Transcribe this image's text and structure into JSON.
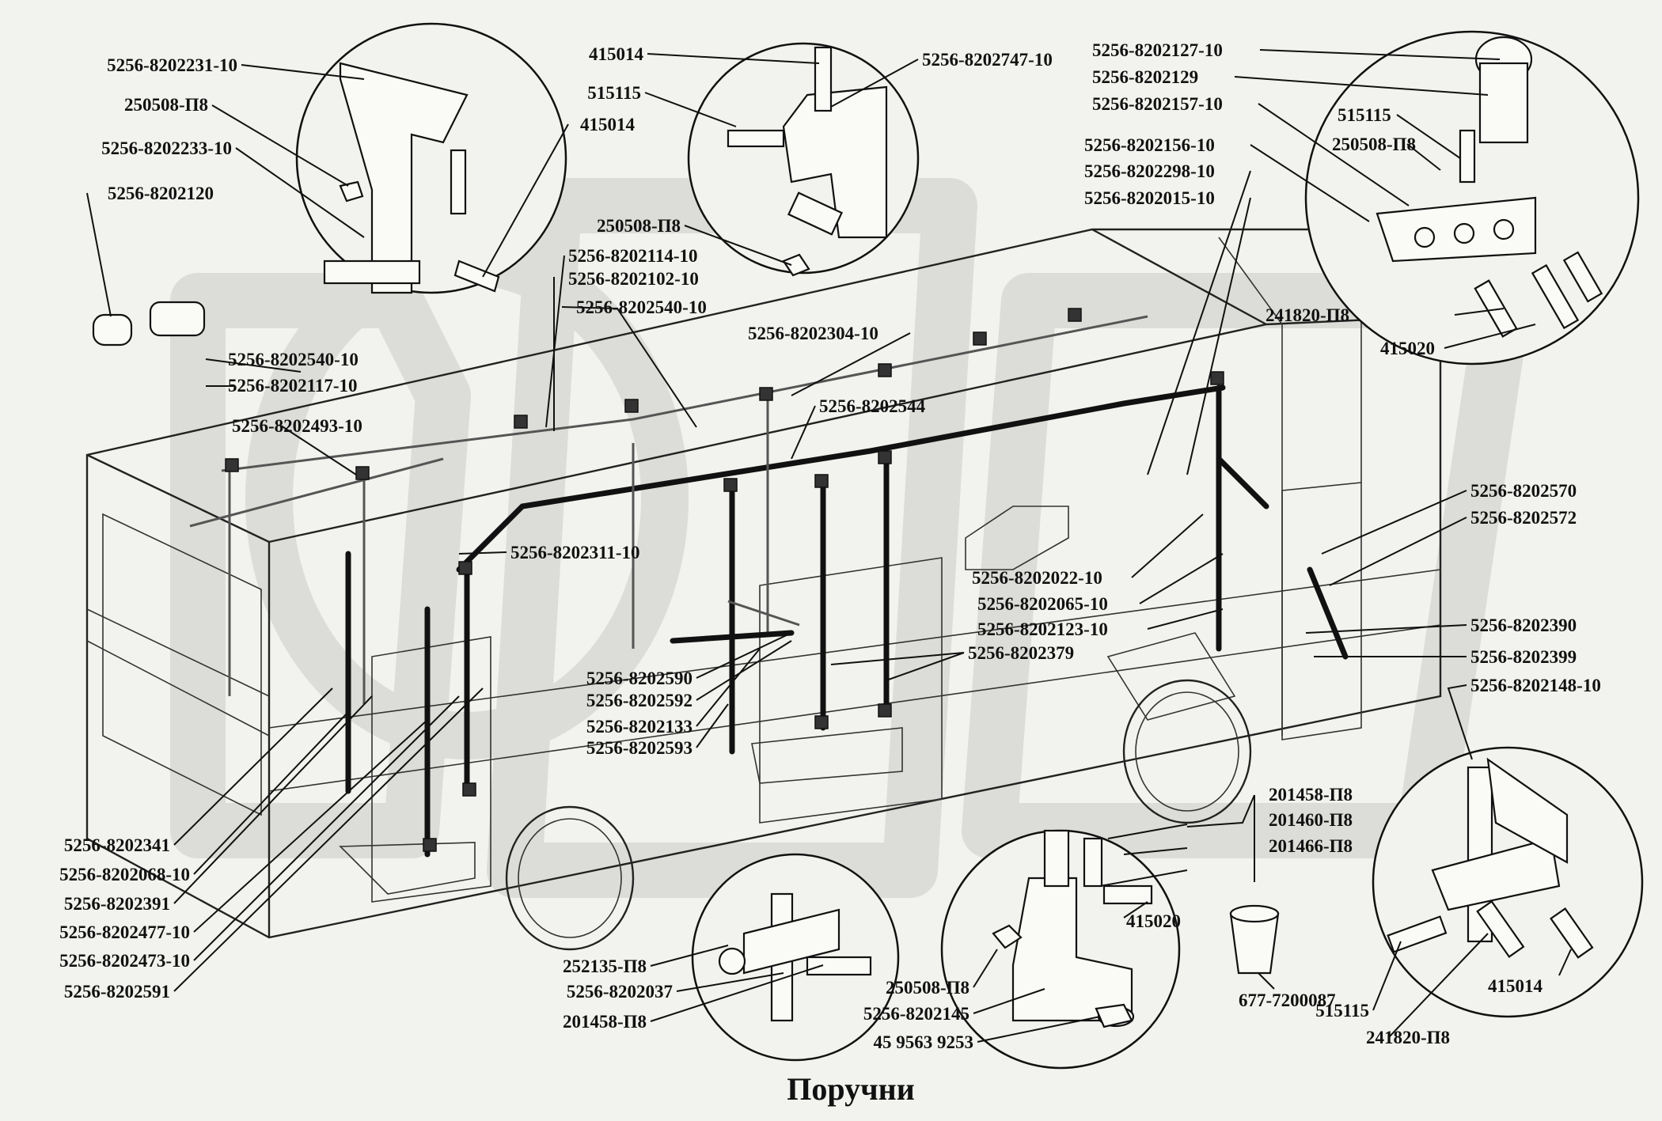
{
  "title": "Поручни",
  "callouts": {
    "c01": "5256-8202231-10",
    "c02": "250508-П8",
    "c03": "5256-8202233-10",
    "c04": "5256-8202120",
    "c05": "415014",
    "c06": "515115",
    "c07": "415014",
    "c08": "5256-8202747-10",
    "c09": "250508-П8",
    "c10": "5256-8202114-10",
    "c11": "5256-8202102-10",
    "c12": "5256-8202540-10",
    "c13": "5256-8202304-10",
    "c14": "5256-8202540-10",
    "c15": "5256-8202117-10",
    "c16": "5256-8202493-10",
    "c17": "5256-8202544",
    "c18": "5256-8202311-10",
    "c19": "5256-8202127-10",
    "c20": "5256-8202129",
    "c21": "5256-8202157-10",
    "c22": "515115",
    "c23": "250508-П8",
    "c24": "5256-8202156-10",
    "c25": "5256-8202298-10",
    "c26": "5256-8202015-10",
    "c27": "241820-П8",
    "c28": "415020",
    "c29": "5256-8202570",
    "c30": "5256-8202572",
    "c31": "5256-8202022-10",
    "c32": "5256-8202065-10",
    "c33": "5256-8202123-10",
    "c34": "5256-8202390",
    "c35": "5256-8202399",
    "c36": "5256-8202148-10",
    "c37": "5256-8202379",
    "c38": "5256-8202590",
    "c39": "5256-8202592",
    "c40": "5256-8202133",
    "c41": "5256-8202593",
    "c42": "5256-8202341",
    "c43": "5256-8202068-10",
    "c44": "5256-8202391",
    "c45": "5256-8202477-10",
    "c46": "5256-8202473-10",
    "c47": "5256-8202591",
    "c48": "201458-П8",
    "c49": "201460-П8",
    "c50": "201466-П8",
    "c51": "415020",
    "c52": "252135-П8",
    "c53": "5256-8202037",
    "c54": "201458-П8",
    "c55": "250508-П8",
    "c56": "5256-8202145",
    "c57": "45 9563 9253",
    "c58": "677-7200087",
    "c59": "515115",
    "c60": "241820-П8",
    "c61": "415014"
  }
}
